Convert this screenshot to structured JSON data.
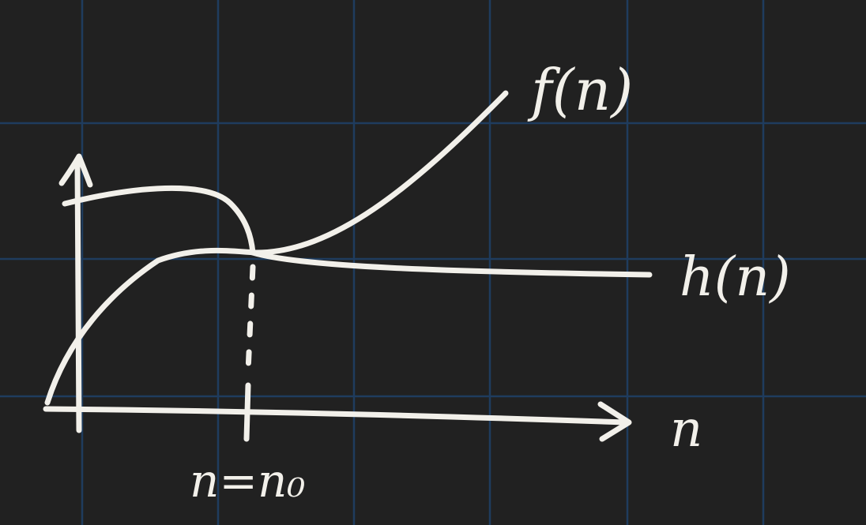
{
  "colors": {
    "background": "#212121",
    "grid": "#1f3c5e",
    "ink": "#f2f0ea"
  },
  "labels": {
    "f_curve": "f(n)",
    "h_curve": "h(n)",
    "x_axis": "n",
    "threshold": "n=n₀"
  }
}
